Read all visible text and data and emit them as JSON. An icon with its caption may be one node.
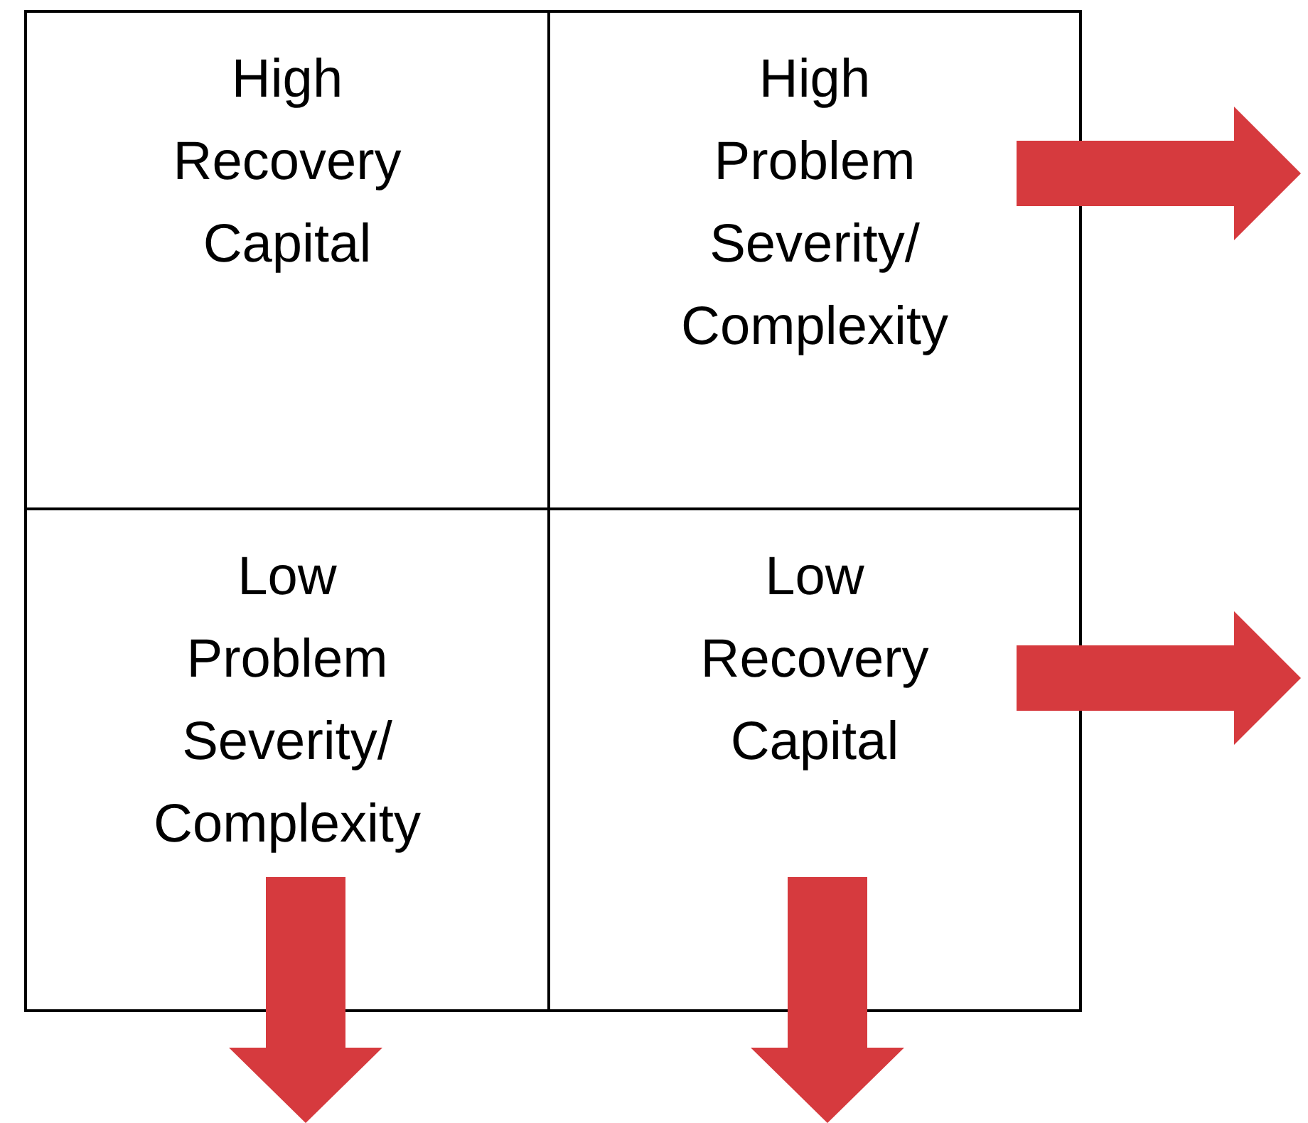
{
  "diagram": {
    "nodes": [
      {
        "text": [
          "High Recovery Capital"
        ]
      },
      {
        "text": [
          "High Problem Severity/ Complexity"
        ]
      },
      {
        "text": [
          "Low Problem Severity/ Complexity"
        ]
      },
      {
        "text": [
          "Low Recovery Capital"
        ]
      }
    ],
    "edges": [
      {
        "from": 1,
        "to": null,
        "arrow": "to",
        "style": "thick",
        "color": "#d63a3e"
      },
      {
        "from": 3,
        "to": null,
        "arrow": "to",
        "style": "thick",
        "color": "#d63a3e"
      },
      {
        "from": 2,
        "to": null,
        "arrow": "to",
        "style": "thick",
        "color": "#d63a3e"
      },
      {
        "from": 3,
        "to": null,
        "arrow": "to",
        "style": "thick",
        "color": "#d63a3e"
      }
    ]
  }
}
